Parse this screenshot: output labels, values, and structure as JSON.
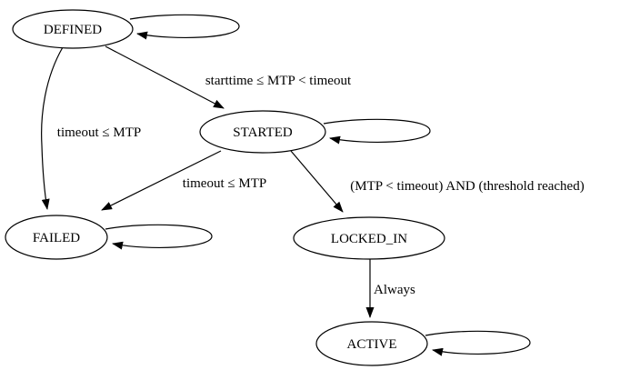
{
  "diagram": {
    "type": "state-machine-graph",
    "background_color": "#ffffff",
    "stroke_color": "#000000",
    "text_color": "#000000",
    "nodes": [
      {
        "id": "DEFINED",
        "label": "DEFINED",
        "shape": "ellipse",
        "self_loop": true
      },
      {
        "id": "STARTED",
        "label": "STARTED",
        "shape": "ellipse",
        "self_loop": true
      },
      {
        "id": "FAILED",
        "label": "FAILED",
        "shape": "ellipse",
        "self_loop": true
      },
      {
        "id": "LOCKED_IN",
        "label": "LOCKED_IN",
        "shape": "ellipse",
        "self_loop": false
      },
      {
        "id": "ACTIVE",
        "label": "ACTIVE",
        "shape": "ellipse",
        "self_loop": true
      }
    ],
    "edges": [
      {
        "from": "DEFINED",
        "to": "STARTED",
        "label": "starttime ≤ MTP < timeout"
      },
      {
        "from": "DEFINED",
        "to": "FAILED",
        "label": "timeout ≤ MTP"
      },
      {
        "from": "STARTED",
        "to": "FAILED",
        "label": "timeout ≤ MTP"
      },
      {
        "from": "STARTED",
        "to": "LOCKED_IN",
        "label": "(MTP < timeout) AND (threshold reached)"
      },
      {
        "from": "LOCKED_IN",
        "to": "ACTIVE",
        "label": "Always"
      }
    ]
  }
}
